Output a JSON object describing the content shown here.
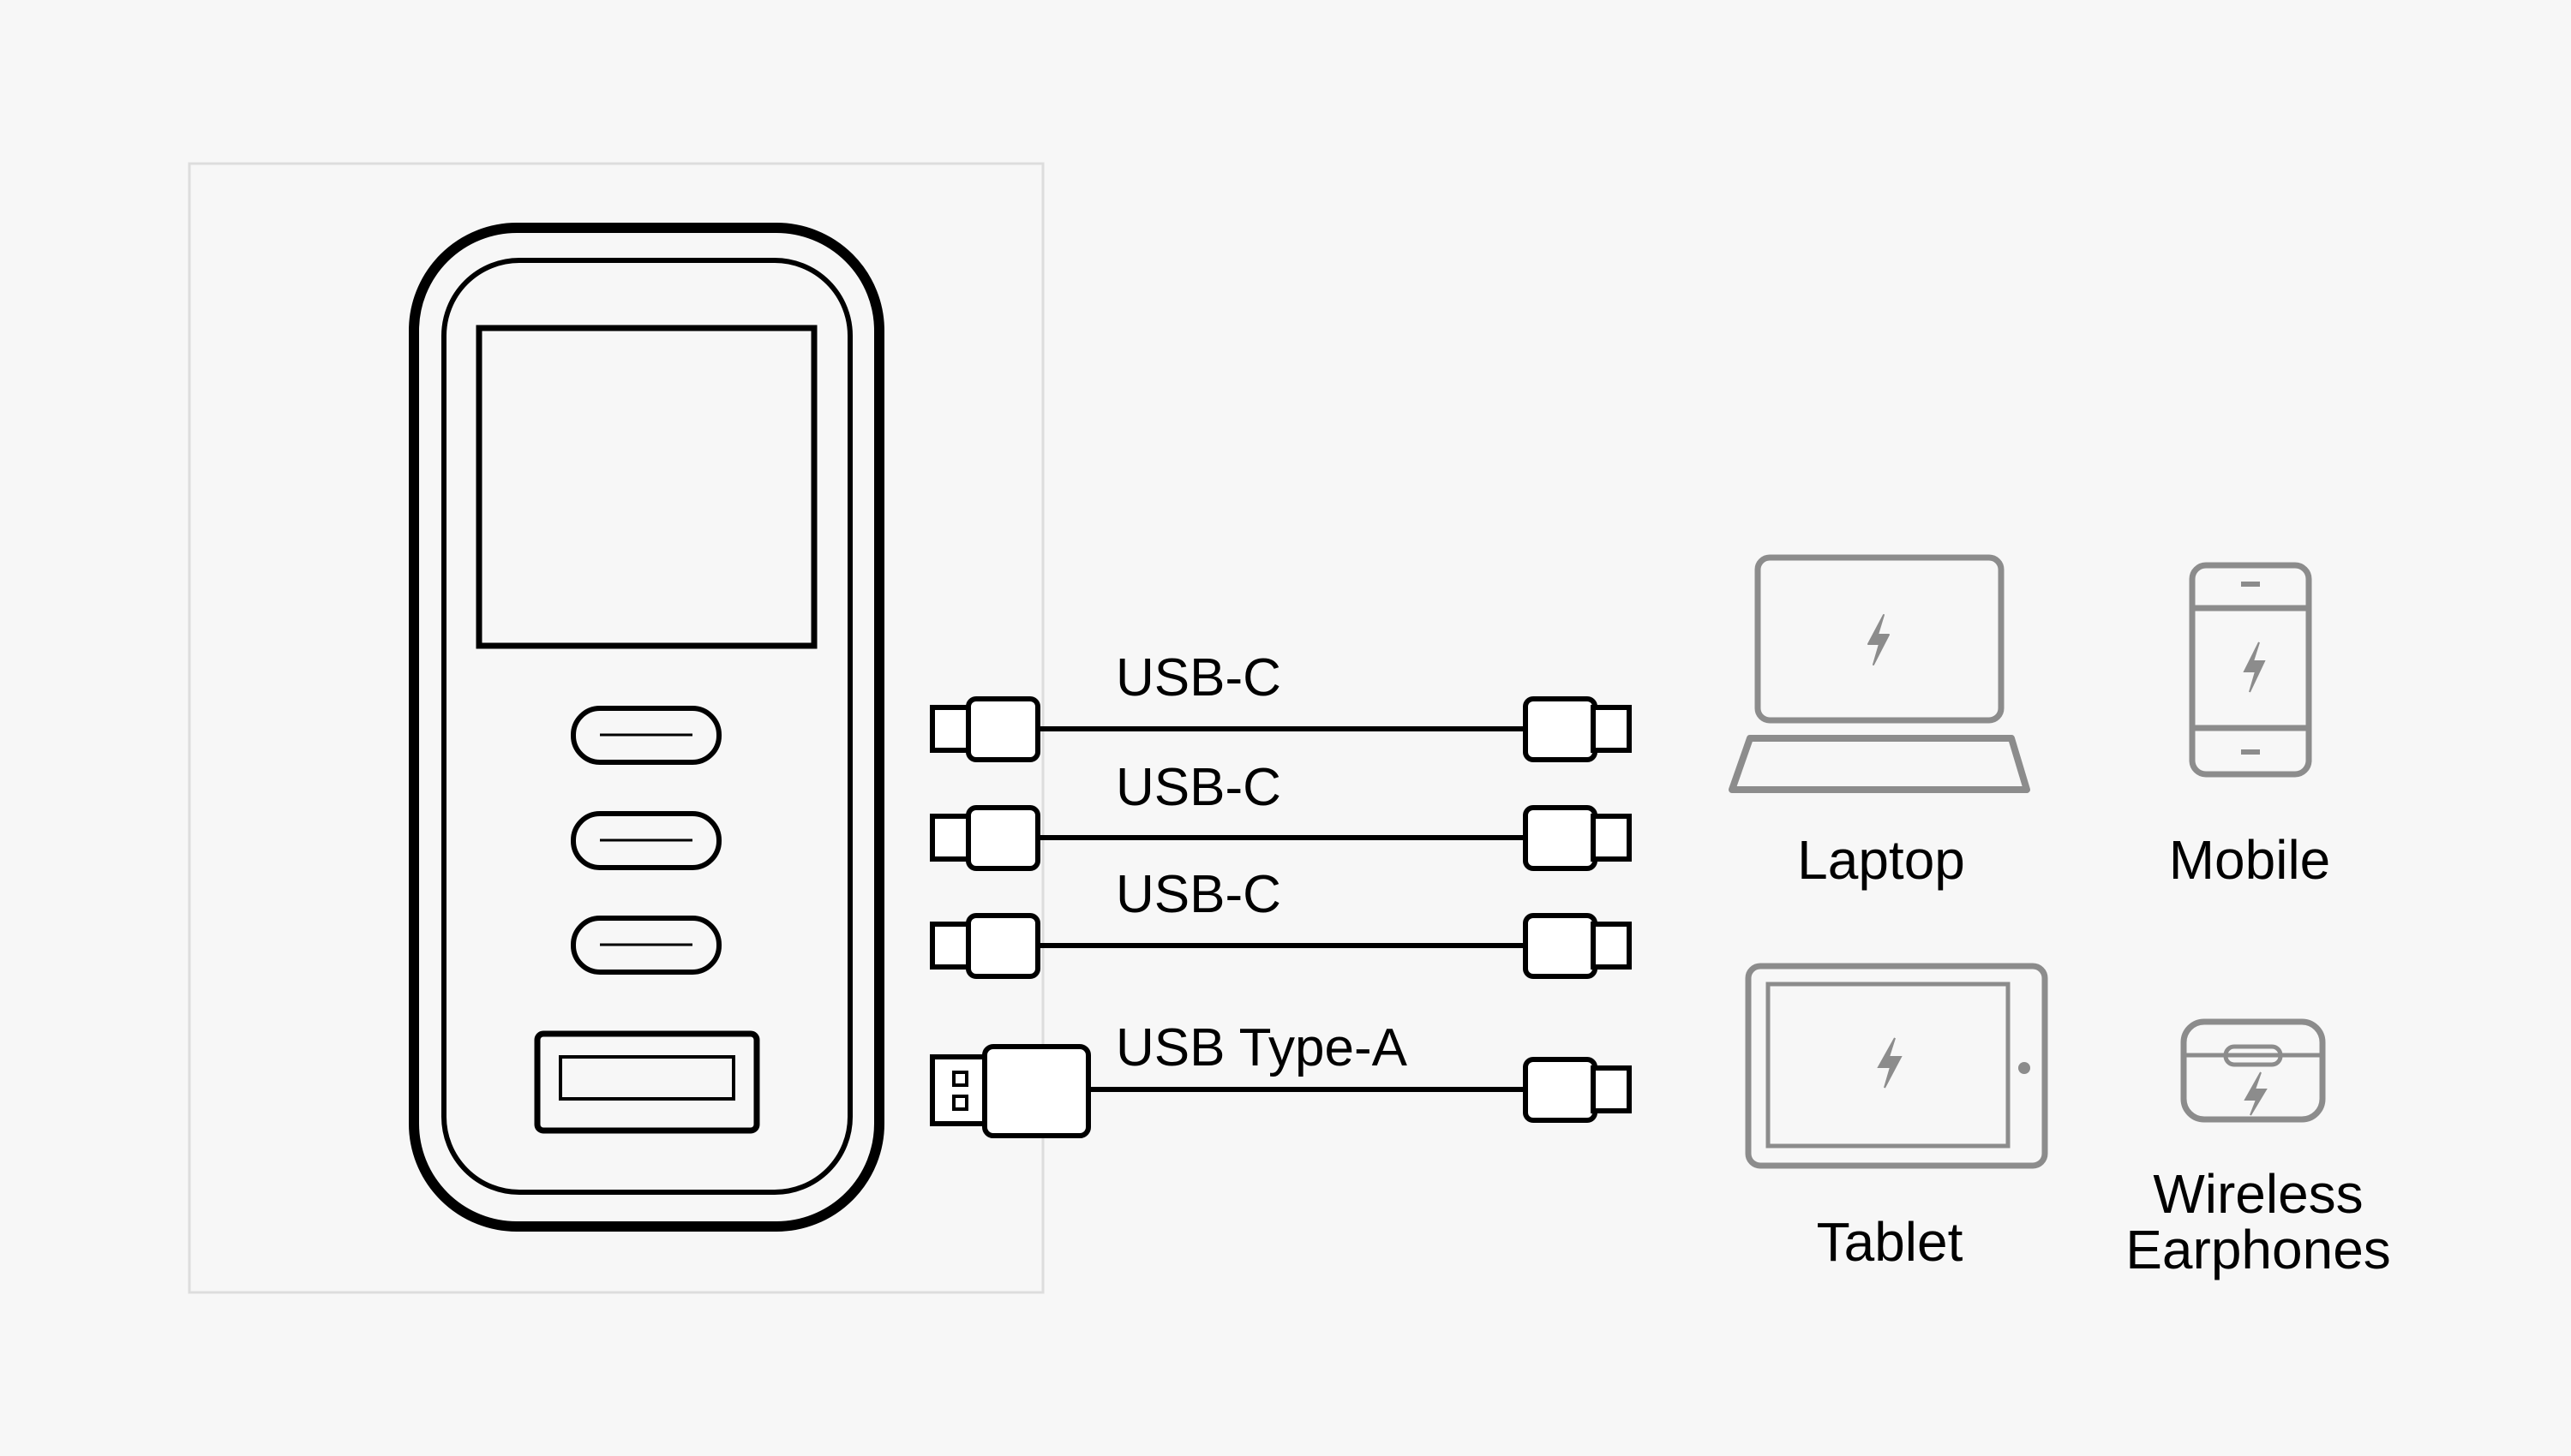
{
  "cables": [
    {
      "label": "USB-C",
      "from": "usb-c"
    },
    {
      "label": "USB-C",
      "from": "usb-c"
    },
    {
      "label": "USB-C",
      "from": "usb-c"
    },
    {
      "label": "USB Type-A",
      "from": "usb-a"
    }
  ],
  "devices": {
    "laptop": {
      "label": "Laptop",
      "icon": "laptop-icon"
    },
    "mobile": {
      "label": "Mobile",
      "icon": "mobile-icon"
    },
    "tablet": {
      "label": "Tablet",
      "icon": "tablet-icon"
    },
    "earphones": {
      "label_line1": "Wireless",
      "label_line2": "Earphones",
      "icon": "earphones-case-icon"
    }
  },
  "colors": {
    "outline": "#000000",
    "device": "#8c8c8c",
    "panel_border": "#dddddd"
  }
}
